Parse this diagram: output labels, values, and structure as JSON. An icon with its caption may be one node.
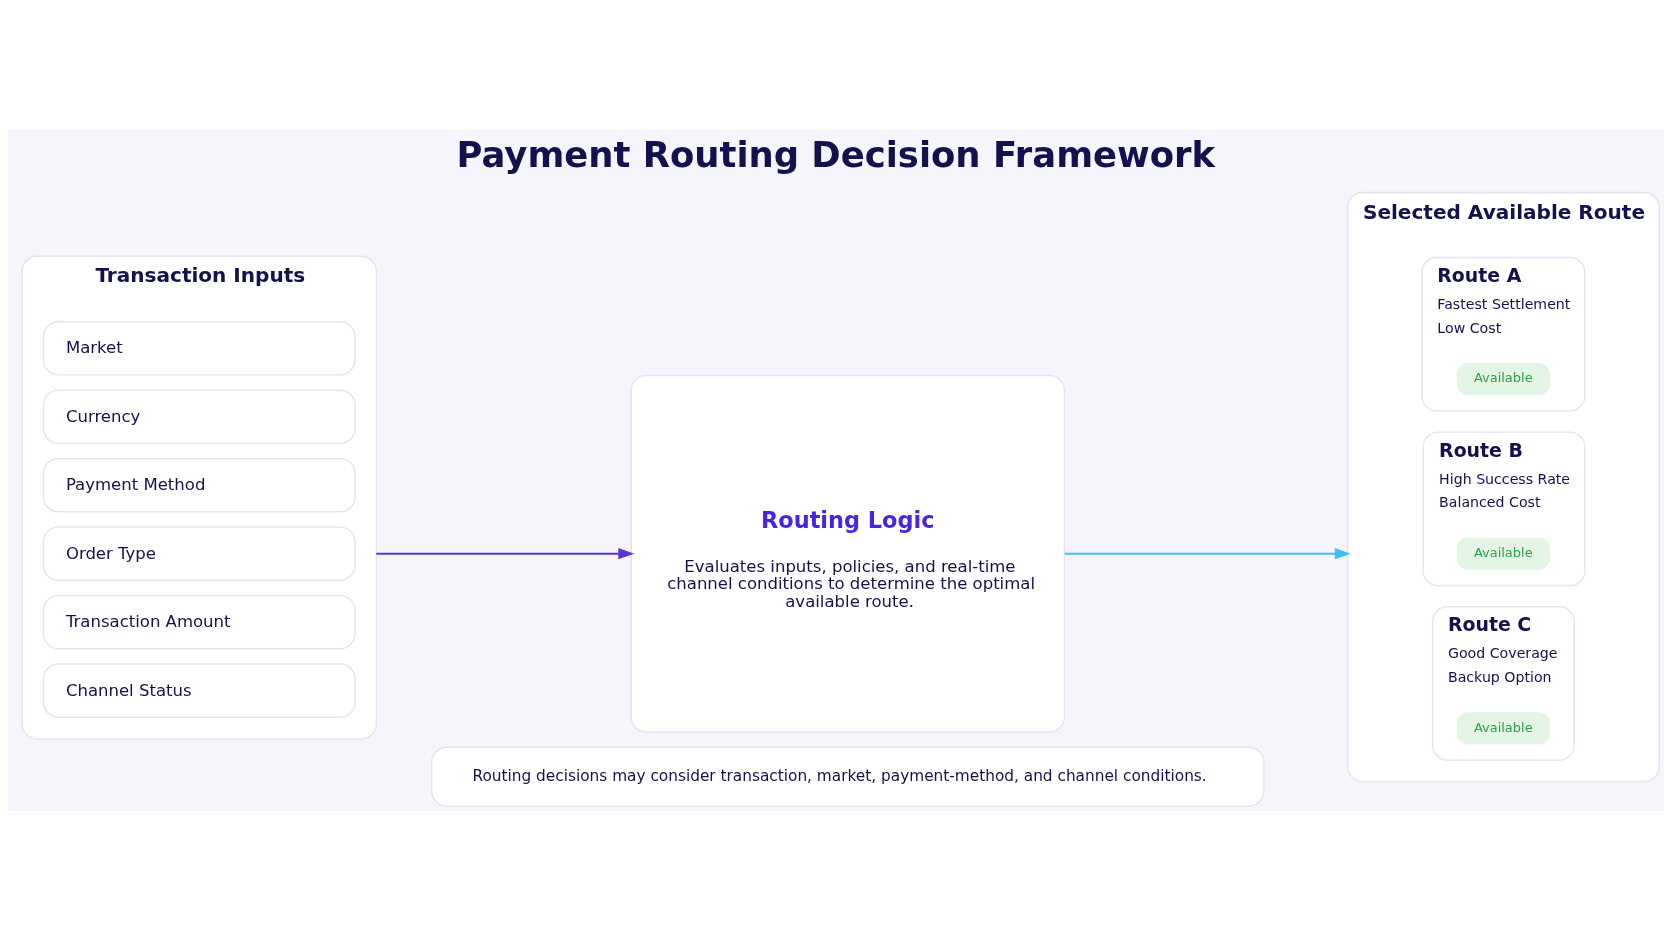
{
  "diagram": {
    "title": "Payment Routing Decision Framework",
    "nodes": [
      {
        "text": [
          "Transaction Inputs"
        ]
      },
      {
        "text": [
          "Market"
        ],
        "in": 0
      },
      {
        "text": [
          "Currency"
        ],
        "in": 0
      },
      {
        "text": [
          "Payment Method"
        ],
        "in": 0
      },
      {
        "text": [
          "Order Type"
        ],
        "in": 0
      },
      {
        "text": [
          "Transaction Amount"
        ],
        "in": 0
      },
      {
        "text": [
          "Channel Status"
        ],
        "in": 0
      },
      {
        "text": [
          "Routing Logic",
          "Evaluates inputs, policies, and real-time channel conditions to determine the optimal available route."
        ]
      },
      {
        "text": [
          "Selected Available Route"
        ]
      },
      {
        "text": [
          "Route A",
          "Fastest Settlement",
          "Low Cost"
        ],
        "in": 8
      },
      {
        "text": [
          "Available"
        ],
        "in": 9
      },
      {
        "text": [
          "Route B",
          "High Success Rate",
          "Balanced Cost"
        ],
        "in": 8
      },
      {
        "text": [
          "Available"
        ],
        "in": 11
      },
      {
        "text": [
          "Route C",
          "Good Coverage",
          "Backup Option"
        ],
        "in": 8
      },
      {
        "text": [
          "Available"
        ],
        "in": 13
      },
      {
        "text": [
          "Routing decisions may consider transaction, market, payment-method, and channel conditions."
        ]
      }
    ],
    "edges": [
      {
        "from": 0,
        "to": 7,
        "arrow": "to",
        "color": "#5b35d5"
      },
      {
        "from": 7,
        "to": 8,
        "arrow": "to",
        "color": "#3ec0f0"
      }
    ]
  }
}
